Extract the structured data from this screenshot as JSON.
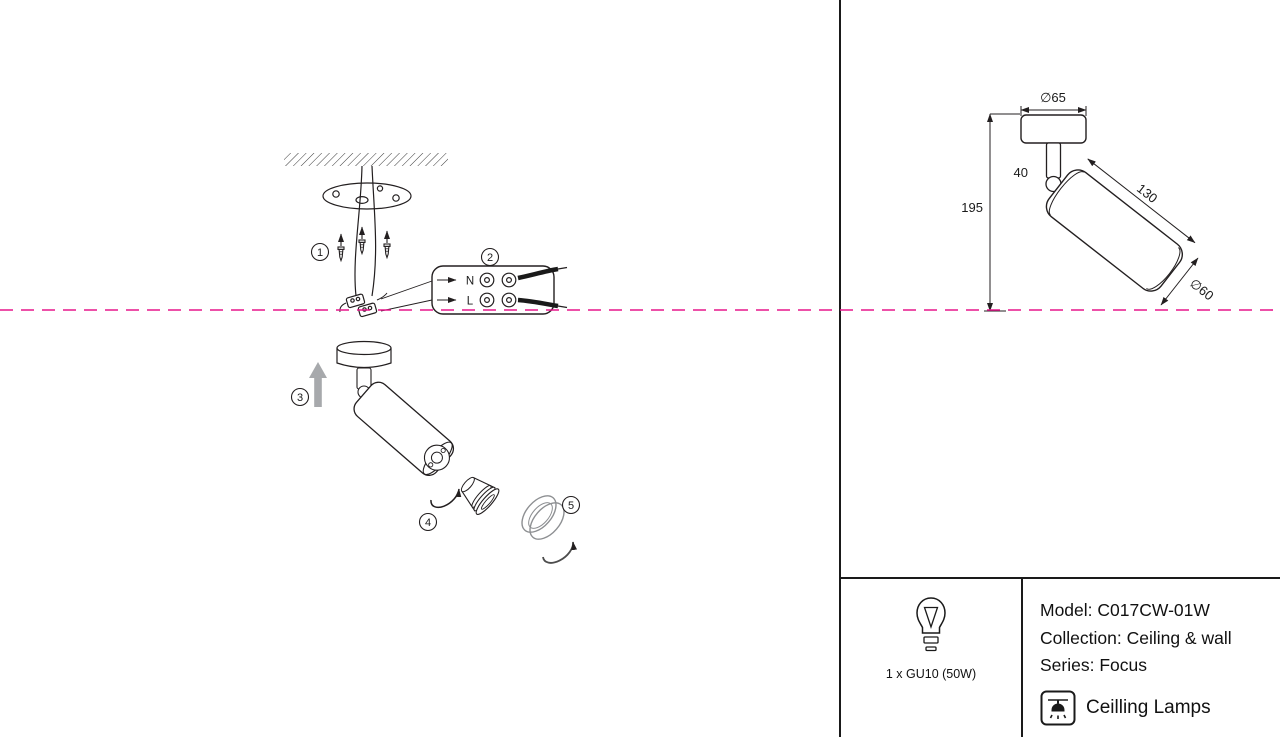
{
  "colors": {
    "line": "#231f20",
    "cut_line": "#e7168c",
    "muted": "#a7a9ac"
  },
  "install": {
    "steps": {
      "s1": "1",
      "s2": "2",
      "s3": "3",
      "s4": "4",
      "s5": "5"
    },
    "terminals": {
      "neutral": "N",
      "live": "L"
    }
  },
  "dimensions": {
    "canopy_diameter": "∅65",
    "canopy_height": "40",
    "overall_height": "195",
    "body_length": "130",
    "body_diameter": "∅60"
  },
  "spec": {
    "lamp": "1 x GU10 (50W)",
    "model": "Model: C017CW-01W",
    "collection": "Collection: Ceiling & wall",
    "series": "Series: Focus",
    "category": "Ceilling Lamps"
  },
  "icons": {
    "bulb": "gu10-bulb-icon",
    "category": "ceiling-lamp-icon"
  }
}
